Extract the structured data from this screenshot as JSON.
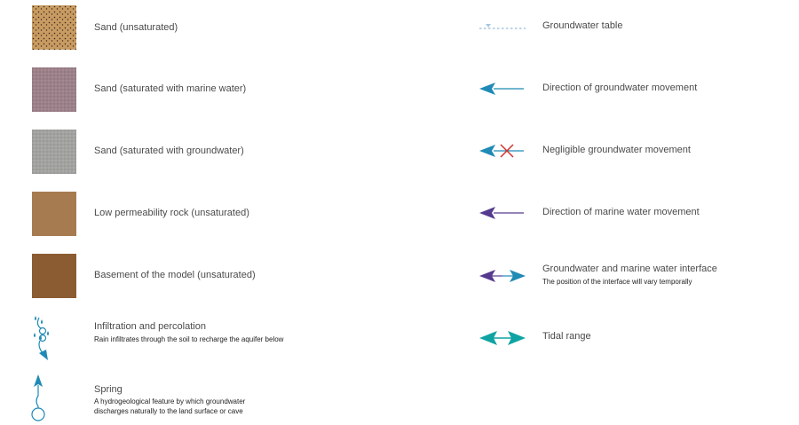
{
  "left_items": [
    {
      "label": "Sand (unsaturated)",
      "icon": "sand-unsaturated-swatch",
      "color": "#c89b62"
    },
    {
      "label": "Sand (saturated with marine water)",
      "icon": "sand-marine-swatch",
      "color": "#9c8189"
    },
    {
      "label": "Sand (saturated with groundwater)",
      "icon": "sand-groundwater-swatch",
      "color": "#a2a2a0"
    },
    {
      "label": "Low permeability rock (unsaturated)",
      "icon": "low-permeability-rock-swatch",
      "color": "#a77b50"
    },
    {
      "label": "Basement of the model (unsaturated)",
      "icon": "basement-swatch",
      "color": "#8b5b32"
    },
    {
      "label": "Infiltration and percolation",
      "description": "Rain infiltrates through the soil to recharge the aquifer below",
      "icon": "infiltration-icon"
    },
    {
      "label": "Spring",
      "description_lines": [
        "A hydrogeological feature by which groundwater",
        "discharges naturally to the land surface or cave"
      ],
      "icon": "spring-icon"
    }
  ],
  "right_items": [
    {
      "label": "Groundwater table",
      "icon": "groundwater-table-icon"
    },
    {
      "label": "Direction of groundwater movement",
      "icon": "groundwater-arrow-icon"
    },
    {
      "label": "Negligible groundwater movement",
      "icon": "negligible-movement-icon"
    },
    {
      "label": "Direction of marine water movement",
      "icon": "marine-arrow-icon"
    },
    {
      "label": "Groundwater and marine water interface",
      "description": "The position of the interface will vary temporally",
      "icon": "interface-arrow-icon"
    },
    {
      "label": "Tidal range",
      "icon": "tidal-range-icon"
    }
  ],
  "colors": {
    "groundwater": "#1f8ab5",
    "marine": "#553a8f",
    "tidal": "#0fa3a3",
    "cross": "#d0312d",
    "table": "#a9c6e2"
  }
}
